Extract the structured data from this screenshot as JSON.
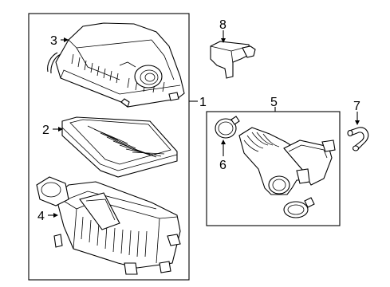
{
  "diagram": {
    "callouts": {
      "c1": "1",
      "c2": "2",
      "c3": "3",
      "c4": "4",
      "c5": "5",
      "c6": "6",
      "c7": "7",
      "c8": "8"
    },
    "parts": [
      "air-cleaner-assembly",
      "filter-element",
      "upper-housing-cover",
      "lower-housing-case",
      "intake-hose",
      "hose-clamp",
      "vacuum-hose",
      "airflow-sensor"
    ]
  }
}
